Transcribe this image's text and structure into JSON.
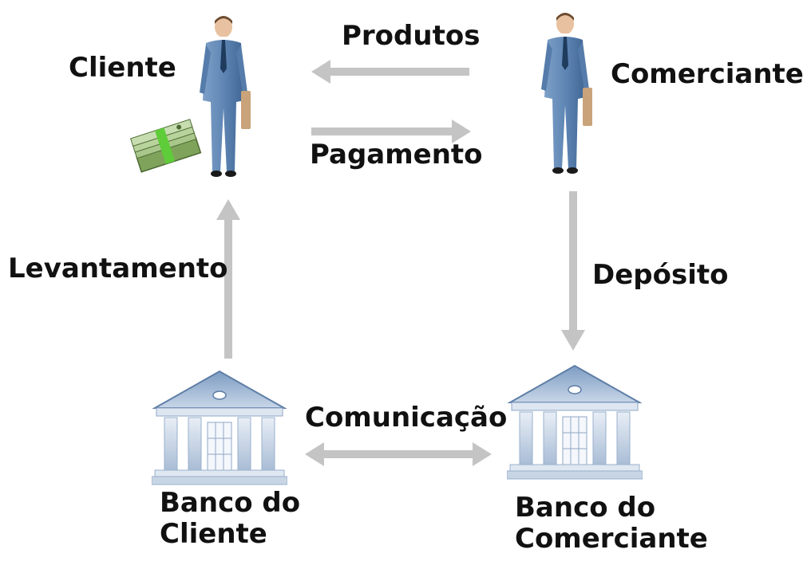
{
  "nodes": {
    "cliente": {
      "label": "Cliente"
    },
    "comerciante": {
      "label": "Comerciante"
    },
    "banco_cliente": {
      "label_line1": "Banco do",
      "label_line2": "Cliente"
    },
    "banco_comerciante": {
      "label_line1": "Banco do",
      "label_line2": "Comerciante"
    }
  },
  "edges": {
    "produtos": {
      "label": "Produtos",
      "from": "Comerciante",
      "to": "Cliente"
    },
    "pagamento": {
      "label": "Pagamento",
      "from": "Cliente",
      "to": "Comerciante"
    },
    "levantamento": {
      "label": "Levantamento",
      "from": "Banco do Cliente",
      "to": "Cliente"
    },
    "deposito": {
      "label": "Depósito",
      "from": "Comerciante",
      "to": "Banco do Comerciante"
    },
    "comunicacao": {
      "label": "Comunicação",
      "between": [
        "Banco do Cliente",
        "Banco do Comerciante"
      ]
    }
  },
  "icons": {
    "person": "businessman-icon",
    "bank": "bank-building-icon",
    "money": "money-stack-icon"
  },
  "colors": {
    "arrow": "#c4c4c4",
    "suit": "#5f86b4",
    "bank": "#c9d6e6",
    "text": "#111111"
  }
}
